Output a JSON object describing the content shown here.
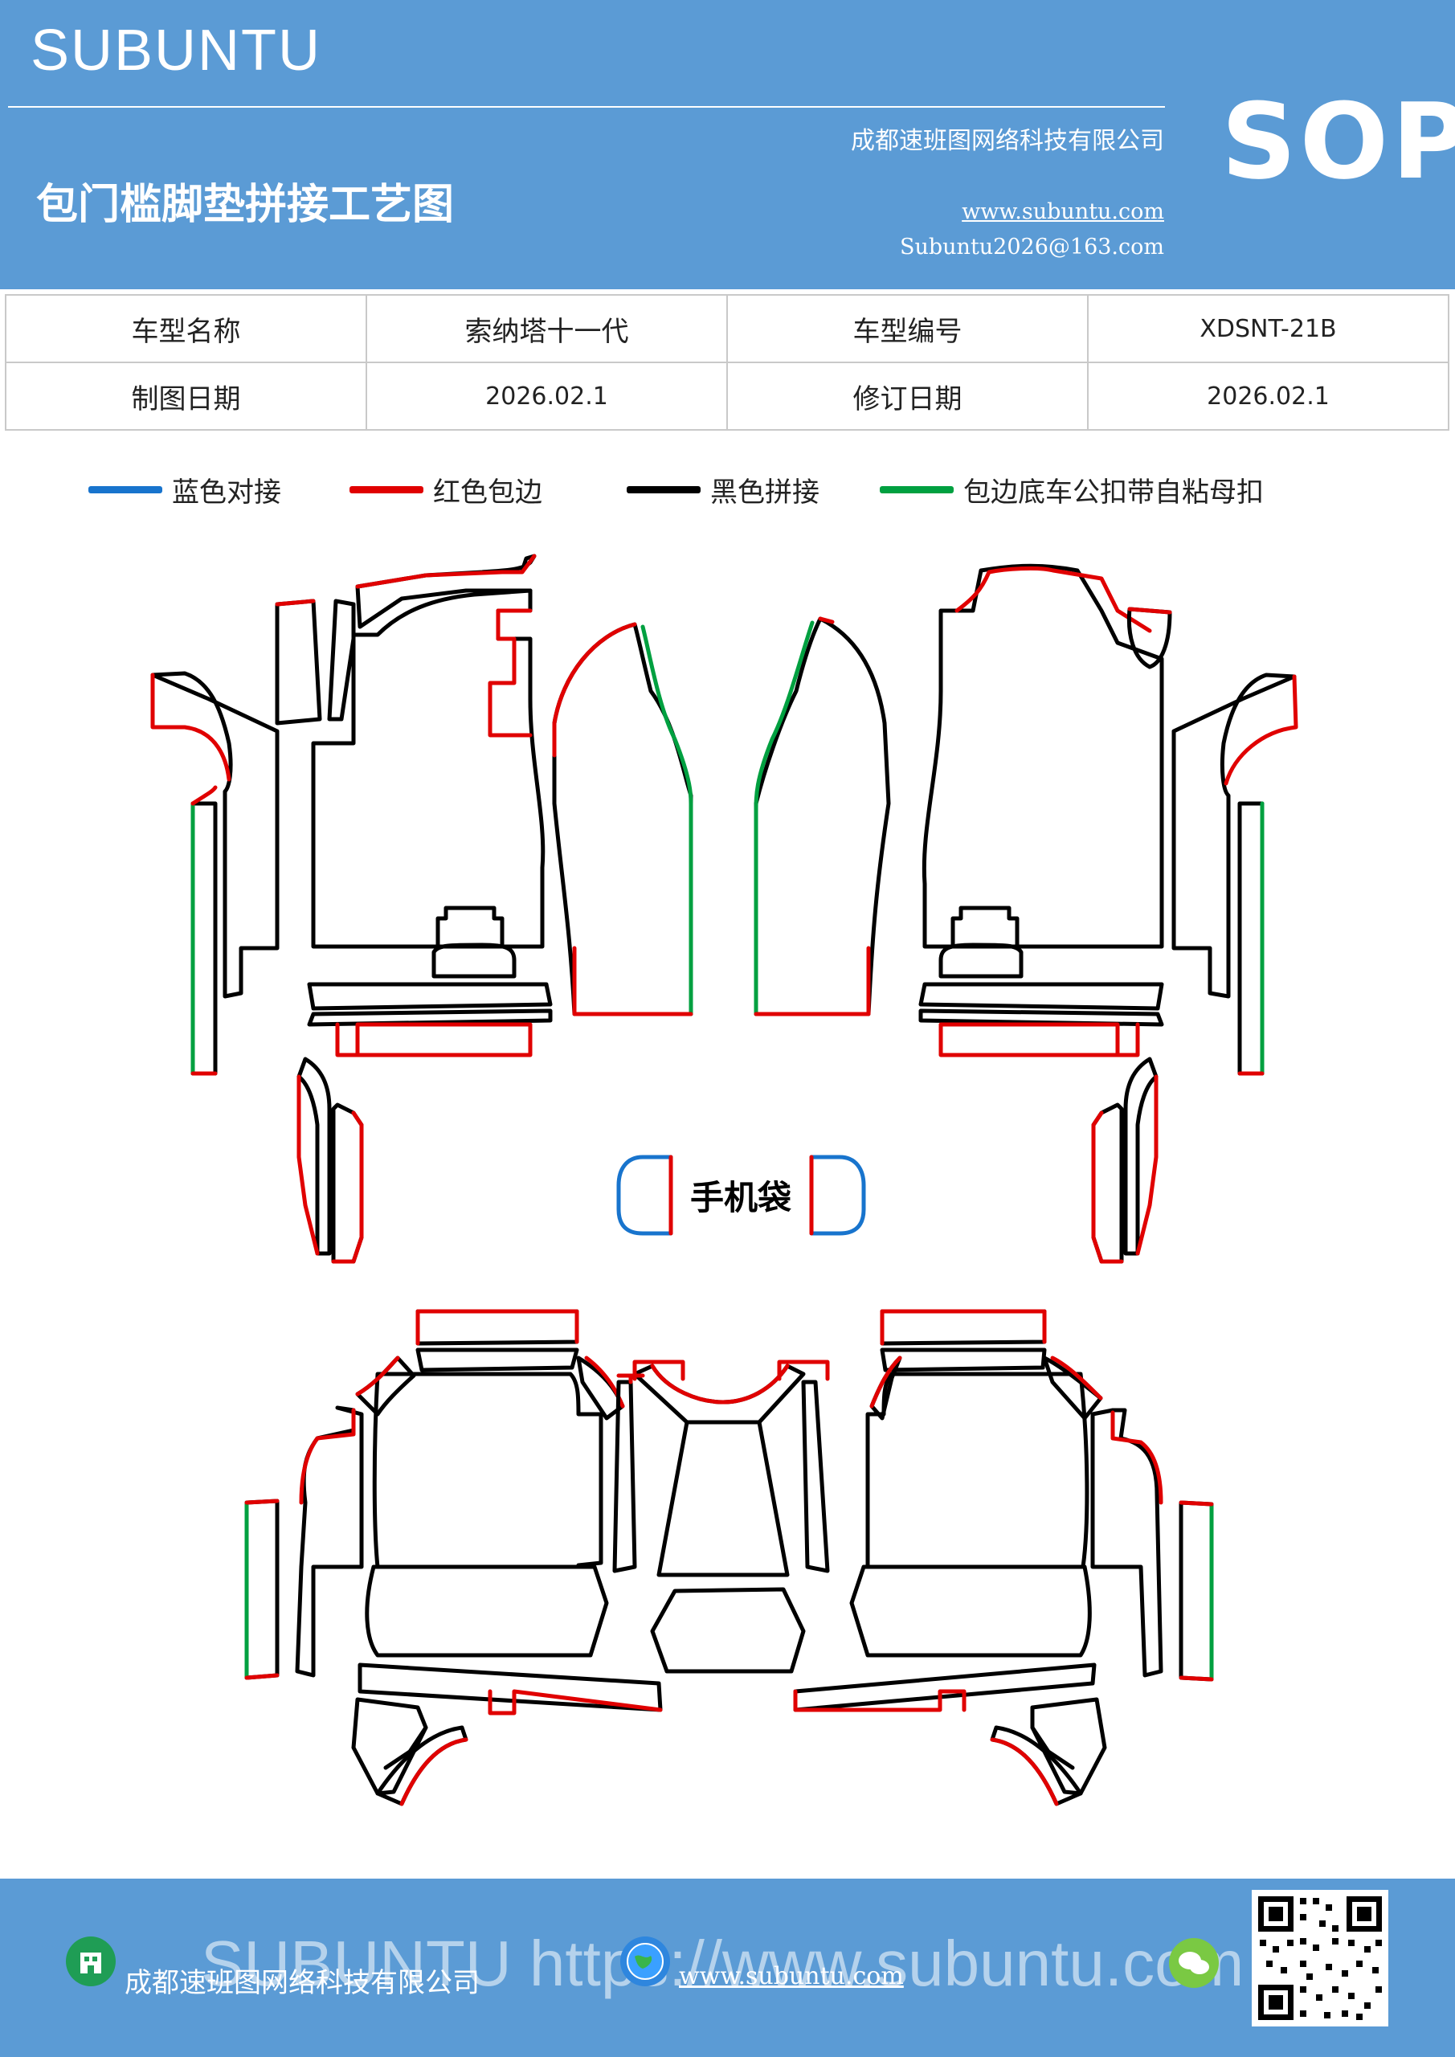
{
  "header": {
    "brand": "SUBUNTU",
    "sop": "SOP",
    "title": "包门槛脚垫拼接工艺图",
    "company": "成都速班图网络科技有限公司",
    "website": "www.subuntu.com",
    "email": "Subuntu2026@163.com"
  },
  "info": {
    "row1": [
      "车型名称",
      "索纳塔十一代",
      "车型编号",
      "XDSNT-21B"
    ],
    "row2": [
      "制图日期",
      "2026.02.1",
      "修订日期",
      "2026.02.1"
    ]
  },
  "legend": {
    "blue": "蓝色对接",
    "red": "红色包边",
    "black": "黑色拼接",
    "green": "包边底车公扣带自粘母扣"
  },
  "colors": {
    "header_bg": "#5b9bd5",
    "blue": "#1874cd",
    "red": "#e00000",
    "black": "#000000",
    "green": "#00a040"
  },
  "drawing": {
    "phone_pocket_label": "手机袋"
  },
  "footer": {
    "company": "成都速班图网络科技有限公司",
    "website": "www.subuntu.com",
    "watermark": "SUBUNTU https://www.subuntu.com"
  }
}
